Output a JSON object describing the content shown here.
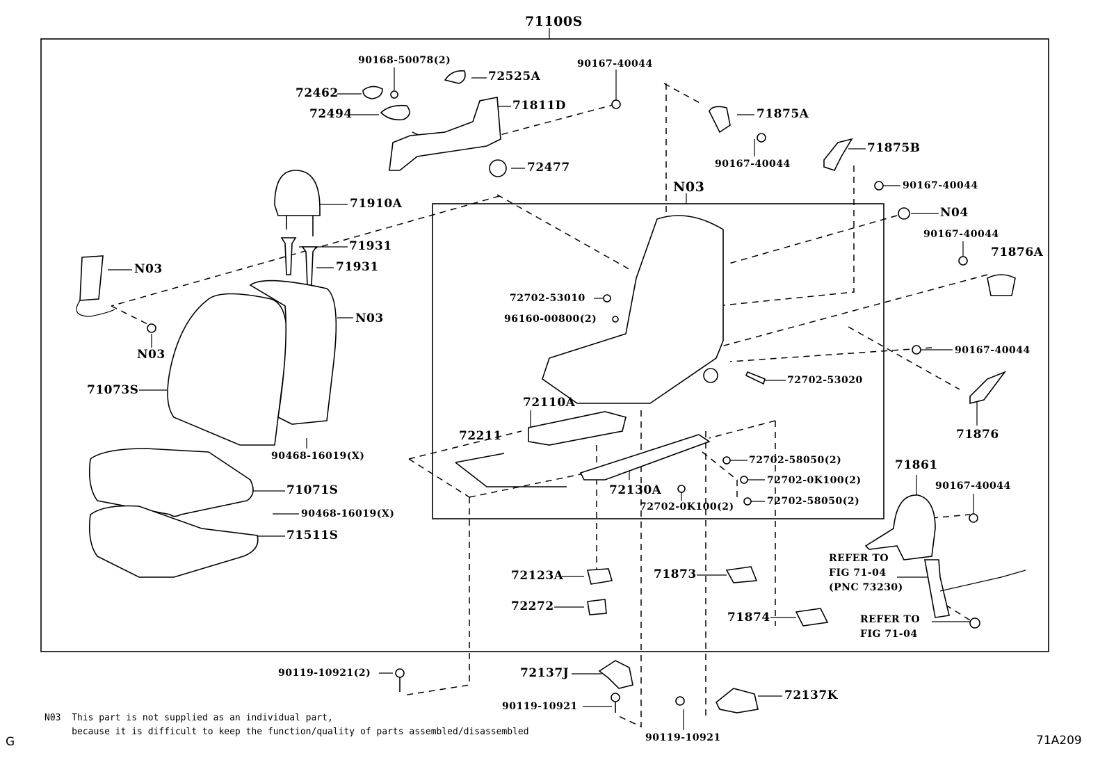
{
  "diagram": {
    "title": "71100S",
    "figure_code": "71A209",
    "corner_mark": "G",
    "inner_box_label": "N03",
    "labels": {
      "p90168_50078": "90168-50078(2)",
      "p72525A": "72525A",
      "p90167_40044_top": "90167-40044",
      "p72462": "72462",
      "p72494": "72494",
      "p71811D": "71811D",
      "p72477": "72477",
      "p71875A": "71875A",
      "p90167_40044_a": "90167-40044",
      "p71875B": "71875B",
      "p90167_40044_b": "90167-40044",
      "p71910A": "71910A",
      "p71931_a": "71931",
      "p71931_b": "71931",
      "pN03_buckle": "N03",
      "pN03_nut": "N03",
      "pN03_back": "N03",
      "p71073S": "71073S",
      "p90468_16019_a": "90468-16019(X)",
      "p71071S": "71071S",
      "p90468_16019_b": "90468-16019(X)",
      "p71511S": "71511S",
      "pN04": "N04",
      "p90167_40044_c": "90167-40044",
      "p71876A": "71876A",
      "p72702_53010": "72702-53010",
      "p96160_00800": "96160-00800(2)",
      "p90167_40044_d": "90167-40044",
      "p72702_53020": "72702-53020",
      "p71876": "71876",
      "p72110A": "72110A",
      "p72211": "72211",
      "p71861": "71861",
      "p90167_40044_e": "90167-40044",
      "p72702_58050_a": "72702-58050(2)",
      "p72702_0K100_a": "72702-0K100(2)",
      "p72130A": "72130A",
      "p72702_58050_b": "72702-58050(2)",
      "p72702_0K100_b": "72702-0K100(2)",
      "refer1_line1": "REFER TO",
      "refer1_line2": "FIG 71-04",
      "refer1_line3": "(PNC 73230)",
      "refer2_line1": "REFER TO",
      "refer2_line2": "FIG 71-04",
      "p72123A": "72123A",
      "p71873": "71873",
      "p72272": "72272",
      "p71874": "71874",
      "p90119_10921_2": "90119-10921(2)",
      "p72137J": "72137J",
      "p72137K": "72137K",
      "p90119_10921_a": "90119-10921",
      "p90119_10921_b": "90119-10921"
    },
    "note": {
      "line1": "N03  This part is not supplied as an individual part,",
      "line2": "     because it is difficult to keep the function/quality of parts assembled/disassembled"
    }
  }
}
